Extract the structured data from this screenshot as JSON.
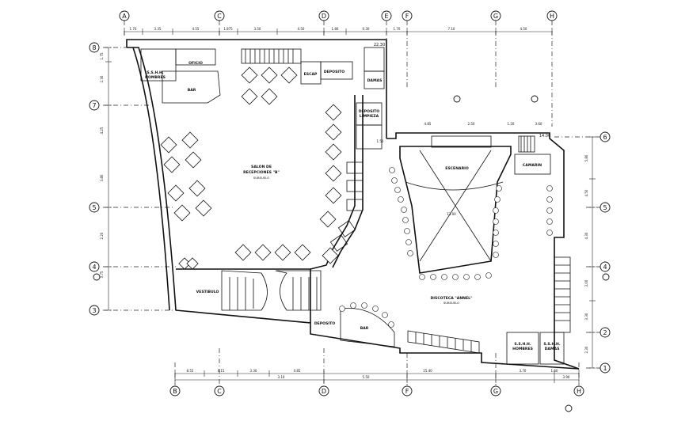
{
  "grid_columns": [
    {
      "id": "A",
      "label": "A"
    },
    {
      "id": "B",
      "label": "B"
    },
    {
      "id": "C",
      "label": "C"
    },
    {
      "id": "D",
      "label": "D"
    },
    {
      "id": "E",
      "label": "E"
    },
    {
      "id": "F",
      "label": "F"
    },
    {
      "id": "G",
      "label": "G"
    },
    {
      "id": "H",
      "label": "H"
    }
  ],
  "grid_rows": [
    {
      "id": "8",
      "label": "8"
    },
    {
      "id": "7",
      "label": "7"
    },
    {
      "id": "6",
      "label": "6"
    },
    {
      "id": "5",
      "label": "5"
    },
    {
      "id": "4",
      "label": "4"
    },
    {
      "id": "3",
      "label": "3"
    },
    {
      "id": "2",
      "label": "2"
    },
    {
      "id": "1",
      "label": "1"
    }
  ],
  "rooms": {
    "salon_label": "SALON DE",
    "salon_label_2": "RECEPCIONES \"B\"",
    "salon_area": "SUBSUELO",
    "oficio": "OFICIO",
    "bar_top": "BAR",
    "bar_bottom": "BAR",
    "deposito_top": "DEPOSITO",
    "deposito_bottom": "DEPOSITO",
    "deposito_limpieza": "DEPOSITO",
    "deposito_limpieza_2": "LIMPIEZA",
    "escape": "ESCAP",
    "escenario": "ESCENARIO",
    "camarin": "CAMARIN",
    "discoteca": "DISCOTECA \"ANNEL\"",
    "discoteca_area": "SUBSUELO",
    "vestibulo": "VESTIBULO",
    "ss_hh_top": "S.S.H.H.",
    "ss_hh_top_2": "HOMBRES",
    "ss_hh_damas": "DAMAS",
    "ss_hh_hombres": "S.S.H.H.",
    "ss_hh_hombres_2": "HOMBRES",
    "ss_hh_damas_2": "S.S.H.H.",
    "ss_hh_damas_3": "DAMAS"
  },
  "dimensions": {
    "top": [
      "1.70",
      "3.35",
      "4.55",
      "1.875",
      "3.50",
      "4.50",
      "1.80",
      "0.30",
      "1.70",
      "7.10",
      "4.50"
    ],
    "bottom": [
      "8.55",
      "4.15",
      "3.30",
      "4.85",
      "3.10",
      "15.40",
      "5.50",
      "3.70",
      "3.90"
    ],
    "left": [
      "1.75",
      "2.30",
      "4.25",
      "3.80",
      "2.20",
      "3.75"
    ],
    "right": [
      "5.80",
      "4.50",
      "4.30",
      "3.00",
      "3.30",
      "2.30"
    ],
    "misc": [
      "22.30",
      "14.00",
      "13.00",
      "4.85",
      "2.50",
      "1.20",
      "3.60",
      "1.50",
      "1.60"
    ]
  },
  "colors": {
    "line": "#111111",
    "background": "#ffffff"
  }
}
